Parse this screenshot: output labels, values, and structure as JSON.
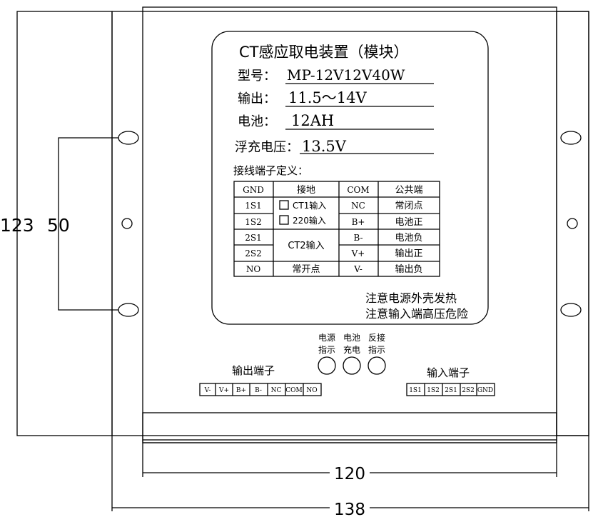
{
  "label": {
    "title": "CT感应取电装置（模块）",
    "model_label": "型号：",
    "model_value": "MP-12V12V40W",
    "output_label": "输出：",
    "output_value": "11.5～14V",
    "battery_label": "电池：",
    "battery_value": "12AH",
    "float_label": "浮充电压：",
    "float_value": "13.5V",
    "terminal_def_title": "接线端子定义：",
    "warning_1": "注意电源外壳发热",
    "warning_2": "注意输入端高压危险"
  },
  "terminal_table": {
    "col1": [
      "GND",
      "1S1",
      "1S2",
      "2S1",
      "2S2",
      "NO"
    ],
    "col2_header": "接地",
    "col2_ct1": "CT1输入",
    "col2_220": "220输入",
    "col2_ct2": "CT2输入",
    "col2_no": "常开点",
    "col3": [
      "COM",
      "NC",
      "B+",
      "B-",
      "V+",
      "V-"
    ],
    "col4": [
      "公共端",
      "常闭点",
      "电池正",
      "电池负",
      "输出正",
      "输出负"
    ]
  },
  "indicators": [
    {
      "line1": "电源",
      "line2": "指示"
    },
    {
      "line1": "电池",
      "line2": "充电"
    },
    {
      "line1": "反接",
      "line2": "指示"
    }
  ],
  "output_terminals": {
    "title": "输出端子",
    "labels": [
      "V-",
      "V+",
      "B+",
      "B-",
      "NC",
      "COM",
      "NO"
    ]
  },
  "input_terminals": {
    "title": "输入端子",
    "labels": [
      "1S1",
      "1S2",
      "2S1",
      "2S2",
      "GND"
    ]
  },
  "dimensions": {
    "height_outer": "123",
    "height_inner": "50",
    "width_inner": "120",
    "width_outer": "138"
  }
}
